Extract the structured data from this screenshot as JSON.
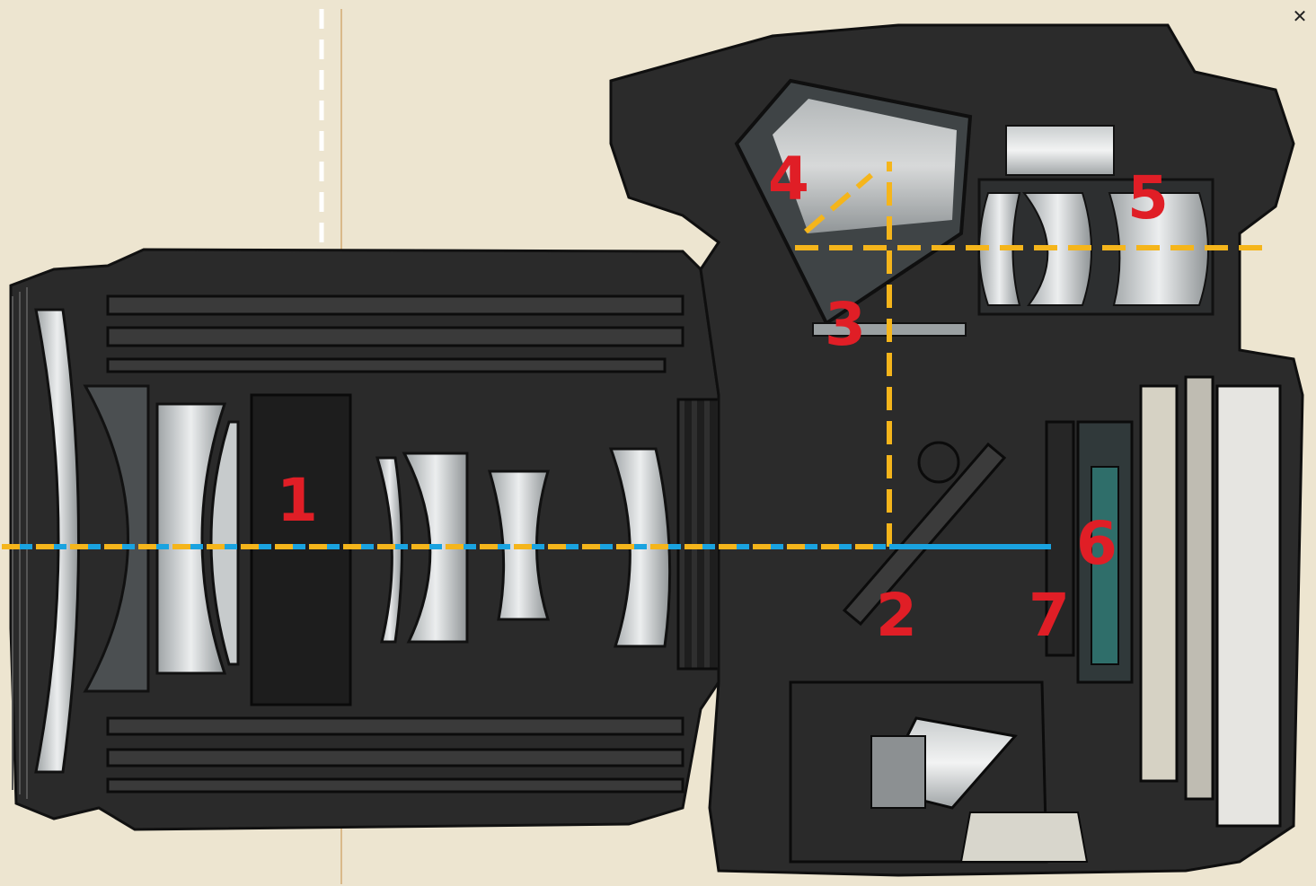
{
  "close": {
    "glyph": "✕"
  },
  "labels": {
    "n1": "1",
    "n2": "2",
    "n3": "3",
    "n4": "4",
    "n5": "5",
    "n6": "6",
    "n7": "7"
  },
  "colors": {
    "background": "#ede5d0",
    "body": "#2b2b2b",
    "body_dark": "#151515",
    "light_path": "#f5b51b",
    "optical_axis": "#1aa3e0",
    "label": "#e01e26",
    "glass": "#d8dadb"
  },
  "icons": {
    "close": "close-icon"
  }
}
